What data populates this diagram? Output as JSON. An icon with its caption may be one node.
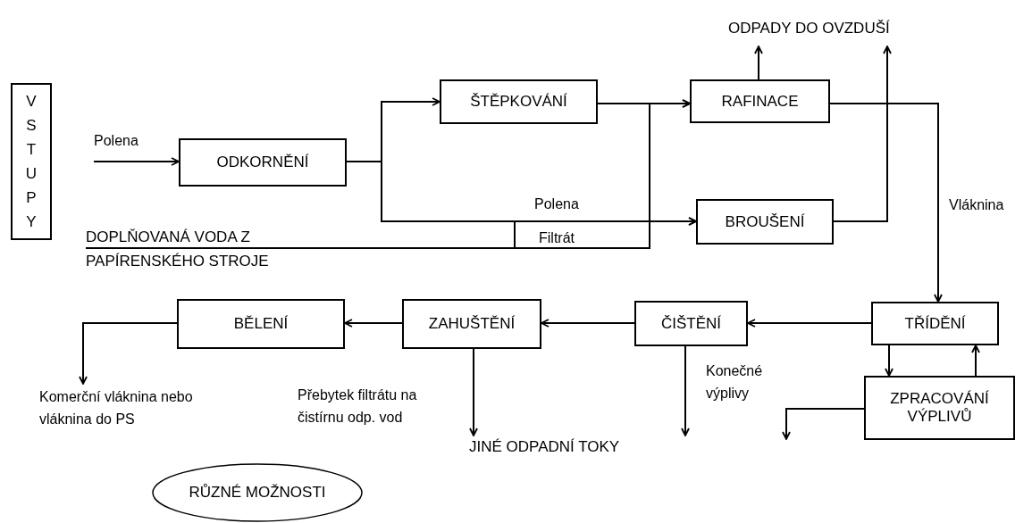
{
  "diagram": {
    "nodes": [
      {
        "text": [
          "VSTUPY"
        ]
      },
      {
        "text": [
          "ODKORNĚNÍ"
        ]
      },
      {
        "text": [
          "ŠTĚPKOVÁNÍ"
        ]
      },
      {
        "text": [
          "RAFINACE"
        ]
      },
      {
        "text": [
          "BROUŠENÍ"
        ]
      },
      {
        "text": [
          "TŘÍDĚNÍ"
        ]
      },
      {
        "text": [
          "ZPRACOVÁNÍ VÝPLIVŮ"
        ]
      },
      {
        "text": [
          "ČIŠTĚNÍ"
        ]
      },
      {
        "text": [
          "ZAHUŠTĚNÍ"
        ]
      },
      {
        "text": [
          "BĚLENÍ"
        ]
      },
      {
        "text": [
          "RŮZNÉ MOŽNOSTI"
        ]
      },
      {
        "text": [
          "ODPADY DO OVZDUŠÍ"
        ]
      },
      {
        "text": [
          "DOPLŇOVANÁ VODA Z PAPÍRENSKÉHO STROJE"
        ]
      },
      {
        "text": [
          "Komerční vláknina nebo vláknina do PS"
        ]
      },
      {
        "text": [
          "JINÉ ODPADNÍ TOKY"
        ]
      }
    ],
    "edges": [
      {
        "from": null,
        "to": 1,
        "arrow": "to",
        "label": "Polena"
      },
      {
        "from": 1,
        "to": 2,
        "arrow": "to"
      },
      {
        "from": 1,
        "to": 4,
        "arrow": "to",
        "label": "Polena"
      },
      {
        "from": 2,
        "to": 3,
        "arrow": "to"
      },
      {
        "from": 12,
        "to": 3,
        "arrow": "to",
        "label": "Filtrát"
      },
      {
        "from": 12,
        "to": 4,
        "arrow": "to"
      },
      {
        "from": 3,
        "to": 11,
        "arrow": "to"
      },
      {
        "from": 4,
        "to": 11,
        "arrow": "to"
      },
      {
        "from": 3,
        "to": 5,
        "arrow": "to",
        "label": "Vláknina"
      },
      {
        "from": 5,
        "to": 7,
        "arrow": "to"
      },
      {
        "from": 7,
        "to": 8,
        "arrow": "to"
      },
      {
        "from": 8,
        "to": 9,
        "arrow": "to"
      },
      {
        "from": 9,
        "to": 13,
        "arrow": "to"
      },
      {
        "from": 8,
        "to": 14,
        "arrow": "to",
        "label": "Přebytek filtrátu na čistírnu odp. vod"
      },
      {
        "from": 7,
        "to": 14,
        "arrow": "to",
        "label": "Konečné výplivy"
      },
      {
        "from": 5,
        "to": 6,
        "arrow": "to"
      },
      {
        "from": 6,
        "to": 5,
        "arrow": "to"
      },
      {
        "from": 6,
        "to": null,
        "arrow": "to"
      }
    ]
  }
}
